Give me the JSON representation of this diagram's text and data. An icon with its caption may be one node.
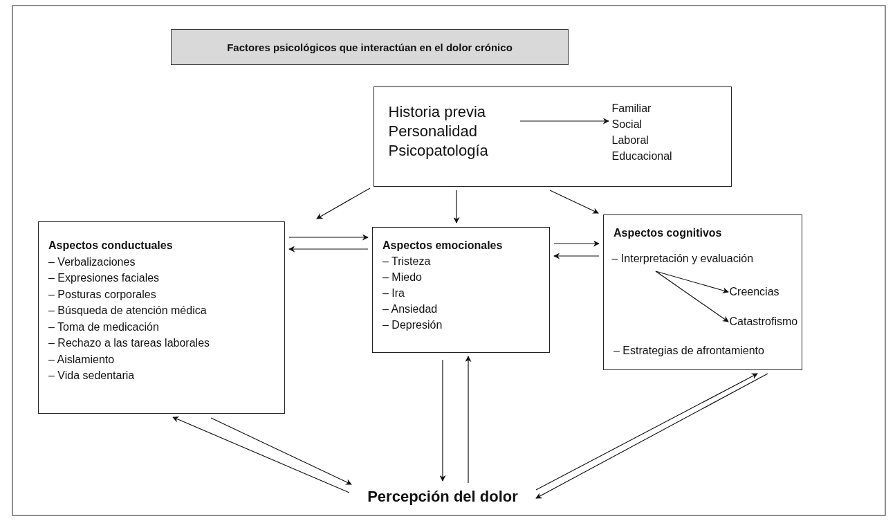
{
  "diagram": {
    "title": "Factores psicológicos que interactúan en el dolor crónico",
    "nodes": [
      {
        "text": [],
        "shape": "box"
      },
      {
        "text": [
          "Historia previa",
          "Personalidad",
          "Psicopatología"
        ],
        "in": 0
      },
      {
        "text": [
          "Familiar",
          "Social",
          "Laboral",
          "Educacional"
        ],
        "in": 0
      },
      {
        "text": [
          "Aspectos conductuales",
          "– Verbalizaciones",
          "– Expresiones faciales",
          "– Posturas corporales",
          "– Búsqueda de atención médica",
          "– Toma de medicación",
          "– Rechazo a las tareas laborales",
          "– Aislamiento",
          "– Vida sedentaria"
        ]
      },
      {
        "text": [
          "Aspectos emocionales",
          "– Tristeza",
          "– Miedo",
          "– Ira",
          "– Ansiedad",
          "– Depresión"
        ]
      },
      {
        "text": [
          "Aspectos cognitivos",
          "– Estrategias de afrontamiento"
        ]
      },
      {
        "text": [
          "– Interpretación y evaluación"
        ],
        "in": 5
      },
      {
        "text": [
          "Creencias"
        ],
        "in": 5
      },
      {
        "text": [
          "Catastrofismo"
        ],
        "in": 5
      },
      {
        "text": [
          "Percepción del dolor"
        ]
      }
    ],
    "edges": [
      {
        "from": 0,
        "to": 3,
        "arrow": "to"
      },
      {
        "from": 0,
        "to": 4,
        "arrow": "to"
      },
      {
        "from": 0,
        "to": 5,
        "arrow": "to"
      },
      {
        "from": 1,
        "to": 2,
        "arrow": "to"
      },
      {
        "from": 3,
        "to": 4,
        "arrow": "to"
      },
      {
        "from": 4,
        "to": 3,
        "arrow": "to"
      },
      {
        "from": 4,
        "to": 5,
        "arrow": "to"
      },
      {
        "from": 5,
        "to": 4,
        "arrow": "to"
      },
      {
        "from": 6,
        "to": 7,
        "arrow": "to"
      },
      {
        "from": 6,
        "to": 8,
        "arrow": "to"
      },
      {
        "from": 3,
        "to": 9,
        "arrow": "to"
      },
      {
        "from": 9,
        "to": 3,
        "arrow": "to"
      },
      {
        "from": 4,
        "to": 9,
        "arrow": "to"
      },
      {
        "from": 9,
        "to": 4,
        "arrow": "to"
      },
      {
        "from": 9,
        "to": 5,
        "arrow": "to"
      },
      {
        "from": 5,
        "to": 9,
        "arrow": "to"
      }
    ]
  }
}
